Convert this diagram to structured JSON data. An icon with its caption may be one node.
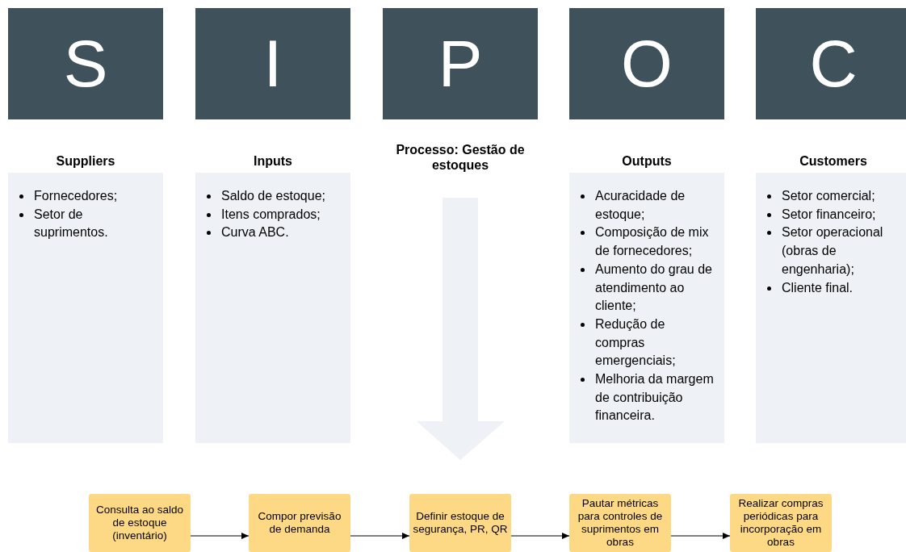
{
  "diagram": {
    "nodes": [
      {
        "text": [
          "S"
        ]
      },
      {
        "text": [
          "I"
        ]
      },
      {
        "text": [
          "P"
        ]
      },
      {
        "text": [
          "O"
        ]
      },
      {
        "text": [
          "C"
        ]
      },
      {
        "text": [
          "Suppliers",
          "Fornecedores;",
          "Setor de suprimentos."
        ]
      },
      {
        "text": [
          "Inputs",
          "Saldo de estoque;",
          "Itens comprados;",
          "Curva ABC."
        ]
      },
      {
        "text": [
          "Outputs",
          "Acuracidade de estoque;",
          "Composição de mix de fornecedores;",
          "Aumento do grau de atendimento ao cliente;",
          "Redução de compras emergenciais;",
          "Melhoria da margem de contribuição financeira."
        ]
      },
      {
        "text": [
          "Customers",
          "Setor comercial;",
          "Setor financeiro;",
          "Setor operacional (obras de engenharia);",
          "Cliente final."
        ]
      },
      {
        "text": [
          "Consulta ao saldo de estoque (inventário)"
        ]
      },
      {
        "text": [
          "Compor previsão de demanda"
        ]
      },
      {
        "text": [
          "Definir estoque de segurança, PR, QR"
        ]
      },
      {
        "text": [
          "Pautar métricas para controles de suprimentos em obras"
        ]
      },
      {
        "text": [
          "Realizar compras periódicas para incorporação em obras"
        ]
      }
    ],
    "edges": [
      {
        "from": 9,
        "to": 10,
        "arrow": "to"
      },
      {
        "from": 10,
        "to": 11,
        "arrow": "to"
      },
      {
        "from": 11,
        "to": 12,
        "arrow": "to"
      },
      {
        "from": 12,
        "to": 13,
        "arrow": "to"
      }
    ],
    "labels": [
      "Processo: Gestão de estoques"
    ]
  }
}
